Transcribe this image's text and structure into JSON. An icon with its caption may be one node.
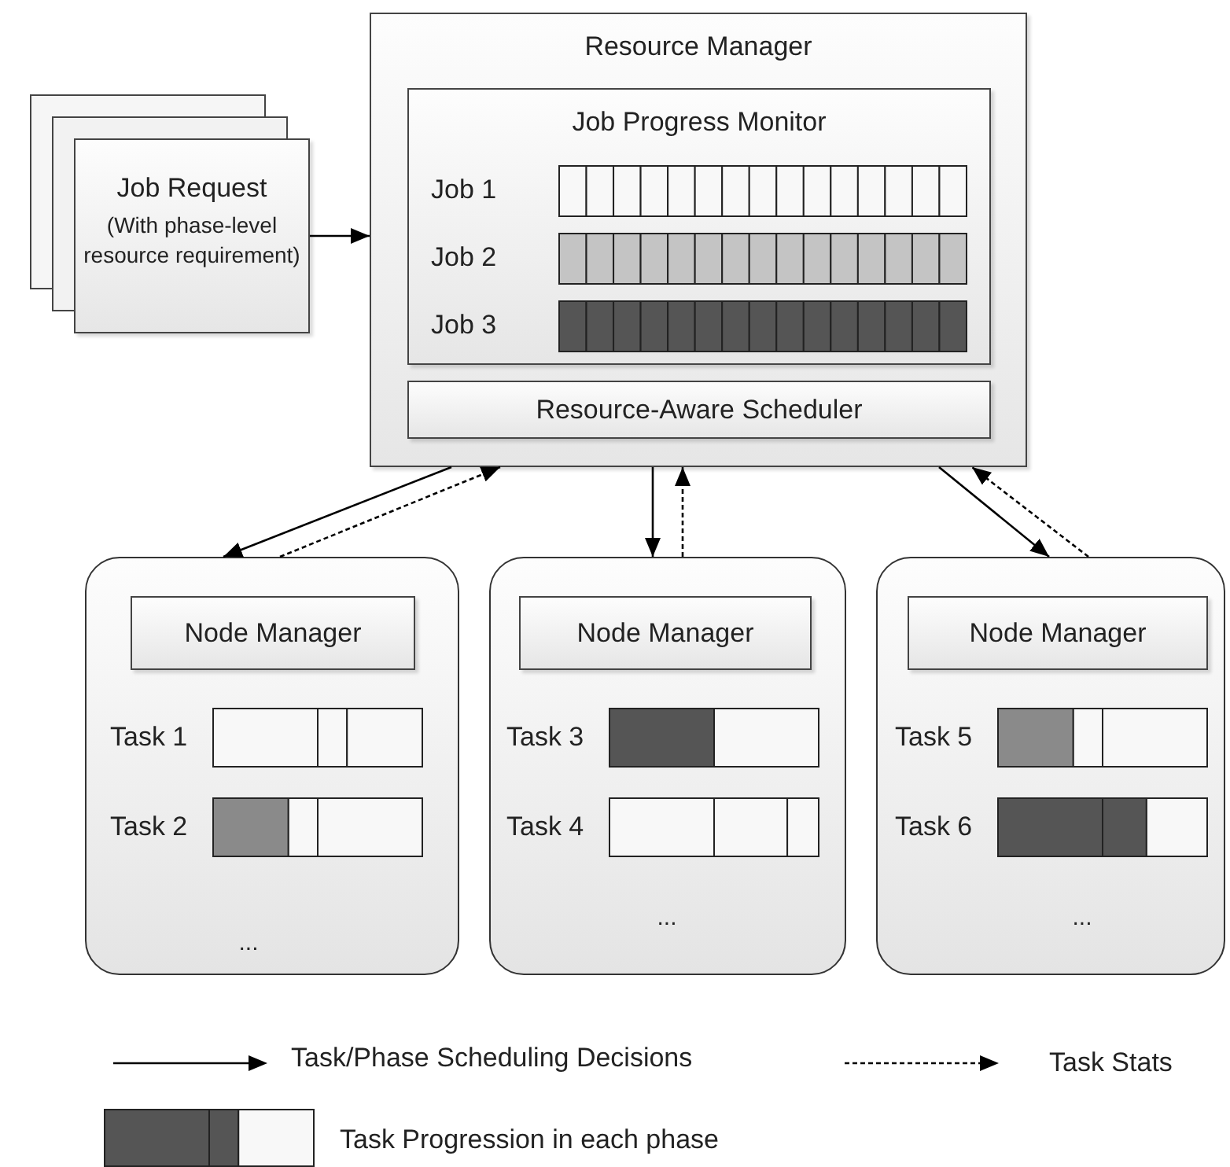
{
  "diagram": {
    "nodes": [
      {
        "text": [
          "Resource Manager"
        ]
      },
      {
        "text": [
          "Job Progress Monitor"
        ],
        "in": 0
      },
      {
        "text": [
          "Resource-Aware Scheduler"
        ],
        "in": 0
      },
      {
        "text": [
          "Job Request",
          "(With phase-level resource requirement)"
        ]
      },
      {
        "text": [],
        "shape": "box"
      },
      {
        "text": [
          "Node Manager"
        ],
        "in": 4
      },
      {
        "text": [],
        "shape": "box"
      },
      {
        "text": [
          "Node Manager"
        ],
        "in": 6
      },
      {
        "text": [],
        "shape": "box"
      },
      {
        "text": [
          "Node Manager"
        ],
        "in": 8
      }
    ],
    "edges": [
      {
        "from": 3,
        "to": 0,
        "arrow": "to"
      },
      {
        "from": 0,
        "to": 4,
        "arrow": "to"
      },
      {
        "from": 4,
        "to": 0,
        "arrow": "to",
        "style": "dashed"
      },
      {
        "from": 0,
        "to": 6,
        "arrow": "to"
      },
      {
        "from": 6,
        "to": 0,
        "arrow": "to",
        "style": "dashed"
      },
      {
        "from": 0,
        "to": 8,
        "arrow": "to"
      },
      {
        "from": 8,
        "to": 0,
        "arrow": "to",
        "style": "dashed"
      }
    ],
    "labels": [
      "Job 1",
      "Job 2",
      "Job 3",
      "Task 1",
      "Task 2",
      "...",
      "Task 3",
      "Task 4",
      "...",
      "Task 5",
      "Task 6",
      "..."
    ],
    "legend": [
      {
        "text": "Task/Phase Scheduling Decisions"
      },
      {
        "text": "Task Stats"
      },
      {
        "text": "Task Progression in each phase"
      }
    ]
  }
}
